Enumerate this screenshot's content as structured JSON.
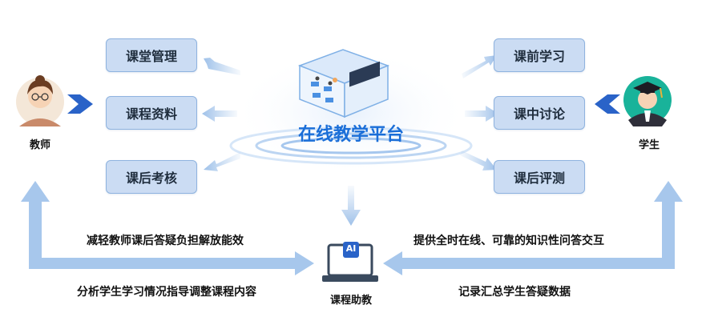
{
  "platform": {
    "title": "在线教学平台"
  },
  "left_items": [
    "课堂管理",
    "课程资料",
    "课后考核"
  ],
  "right_items": [
    "课前学习",
    "课中讨论",
    "课后评测"
  ],
  "teacher": {
    "label": "教师"
  },
  "student": {
    "label": "学生"
  },
  "assistant": {
    "label": "课程助教",
    "icon_text": "AI"
  },
  "notes": {
    "left_top": "减轻教师课后答疑负担解放能效",
    "left_bottom": "分析学生学习情况指导调整课程内容",
    "right_top": "提供全时在线、可靠的知识性问答交互",
    "right_bottom": "记录汇总学生答疑数据"
  },
  "colors": {
    "accent": "#1a6ed8",
    "box_fill": "#cbdcf3",
    "arrow": "#a9c8ec"
  }
}
